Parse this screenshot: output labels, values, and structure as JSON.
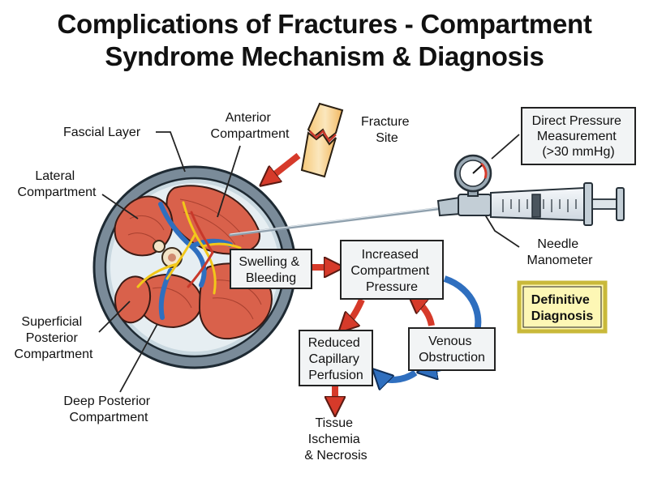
{
  "title": {
    "line1": "Complications of Fractures - Compartment",
    "line2": "Syndrome Mechanism & Diagnosis"
  },
  "labels": {
    "fascial_layer": "Fascial Layer",
    "anterior_compartment": [
      "Anterior",
      "Compartment"
    ],
    "lateral_compartment": [
      "Lateral",
      "Compartment"
    ],
    "superficial_posterior_compartment": [
      "Superficial",
      "Posterior",
      "Compartment"
    ],
    "deep_posterior_compartment": [
      "Deep Posterior",
      "Compartment"
    ],
    "fracture_site": [
      "Fracture",
      "Site"
    ],
    "needle_manometer": [
      "Needle",
      "Manometer"
    ]
  },
  "boxes": {
    "direct_pressure": [
      "Direct Pressure",
      "Measurement",
      "(>30 mmHg)"
    ],
    "swelling": [
      "Swelling &",
      "Bleeding"
    ],
    "increased_pressure": [
      "Increased",
      "Compartment",
      "Pressure"
    ],
    "reduced_perfusion": [
      "Reduced",
      "Capillary",
      "Perfusion"
    ],
    "venous_obstruction": [
      "Venous",
      "Obstruction"
    ],
    "definitive_diagnosis": [
      "Definitive",
      "Diagnosis"
    ]
  },
  "outcome": [
    "Tissue",
    "Ischemia",
    "& Necrosis"
  ],
  "colors": {
    "red_arrow": "#d63a2a",
    "blue_arrow": "#2f6fbf",
    "muscle": "#d9614b",
    "fascia": "#6f8190",
    "highlight_box": "#fdf7b5"
  }
}
